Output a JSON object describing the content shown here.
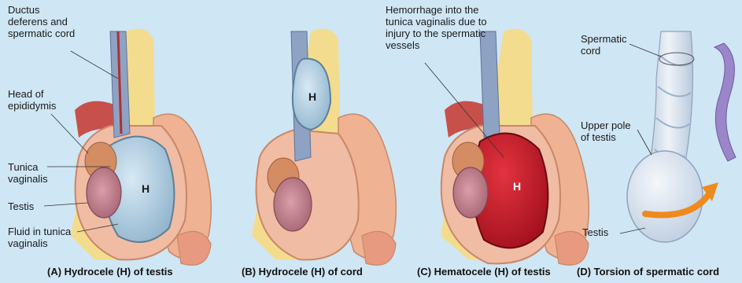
{
  "panels": [
    {
      "caption": "(A) Hydrocele (H) of testis",
      "h_mark": "H",
      "labels": [
        "Ductus\ndeferens and\nspermatic cord",
        "Head of\nepididymis",
        "Tunica\nvaginalis",
        "Testis",
        "Fluid in tunica\nvaginalis"
      ]
    },
    {
      "caption": "(B) Hydrocele (H) of cord",
      "h_mark": "H"
    },
    {
      "caption": "(C) Hematocele (H) of testis",
      "h_mark": "H",
      "labels": [
        "Hemorrhage into the\ntunica vaginalis due to\ninjury to the spermatic\nvessels"
      ]
    },
    {
      "caption": "(D) Torsion of spermatic cord",
      "labels": [
        "Spermatic\ncord",
        "Upper pole\nof testis",
        "Testis"
      ]
    }
  ],
  "colors": {
    "background": "#cfe6f4",
    "hydrocele_fluid": "#a9c9dd",
    "hematocele_blood": "#c8142a",
    "skin": "#efb293",
    "fat": "#f3dc8e",
    "muscle": "#c8504a",
    "torsion_accent": "#ef8a1e",
    "twist_ribbon": "#9b86c9"
  }
}
